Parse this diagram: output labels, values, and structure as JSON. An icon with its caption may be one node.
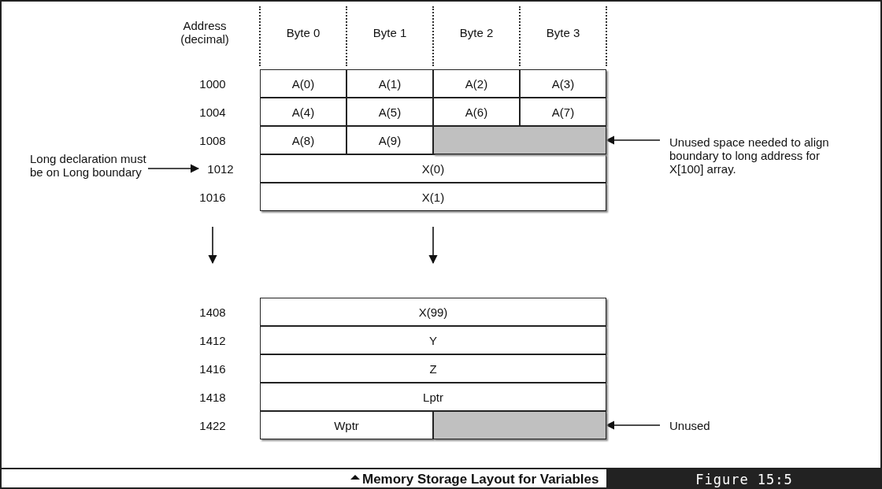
{
  "diagram": {
    "caption": "Memory Storage Layout for Variables",
    "nodes": [
      {
        "text": [
          "Long declaration must be on Long boundary"
        ]
      },
      {
        "text": [
          "1012"
        ]
      },
      {
        "text": [],
        "shape": "box"
      },
      {
        "text": [
          "Unused space needed to align boundary to long address for X[100] array."
        ]
      },
      {
        "text": [],
        "shape": "box"
      },
      {
        "text": [
          "Unused"
        ]
      }
    ],
    "edges": [
      {
        "from": 0,
        "to": 1,
        "arrow": "to"
      },
      {
        "from": 3,
        "to": 2,
        "arrow": "to"
      },
      {
        "from": 5,
        "to": 4,
        "arrow": "to"
      }
    ],
    "labels": [
      "Address (decimal)",
      "Byte 0",
      "Byte 1",
      "Byte 2",
      "Byte 3",
      "1000",
      "A(0)",
      "A(1)",
      "A(2)",
      "A(3)",
      "1004",
      "A(4)",
      "A(5)",
      "A(6)",
      "A(7)",
      "1008",
      "A(8)",
      "A(9)",
      "X(0)",
      "1016",
      "X(1)",
      "1408",
      "X(99)",
      "1412",
      "Y",
      "1416",
      "Z",
      "1418",
      "Lptr",
      "1422",
      "Wptr",
      "Figure 15:5"
    ]
  }
}
